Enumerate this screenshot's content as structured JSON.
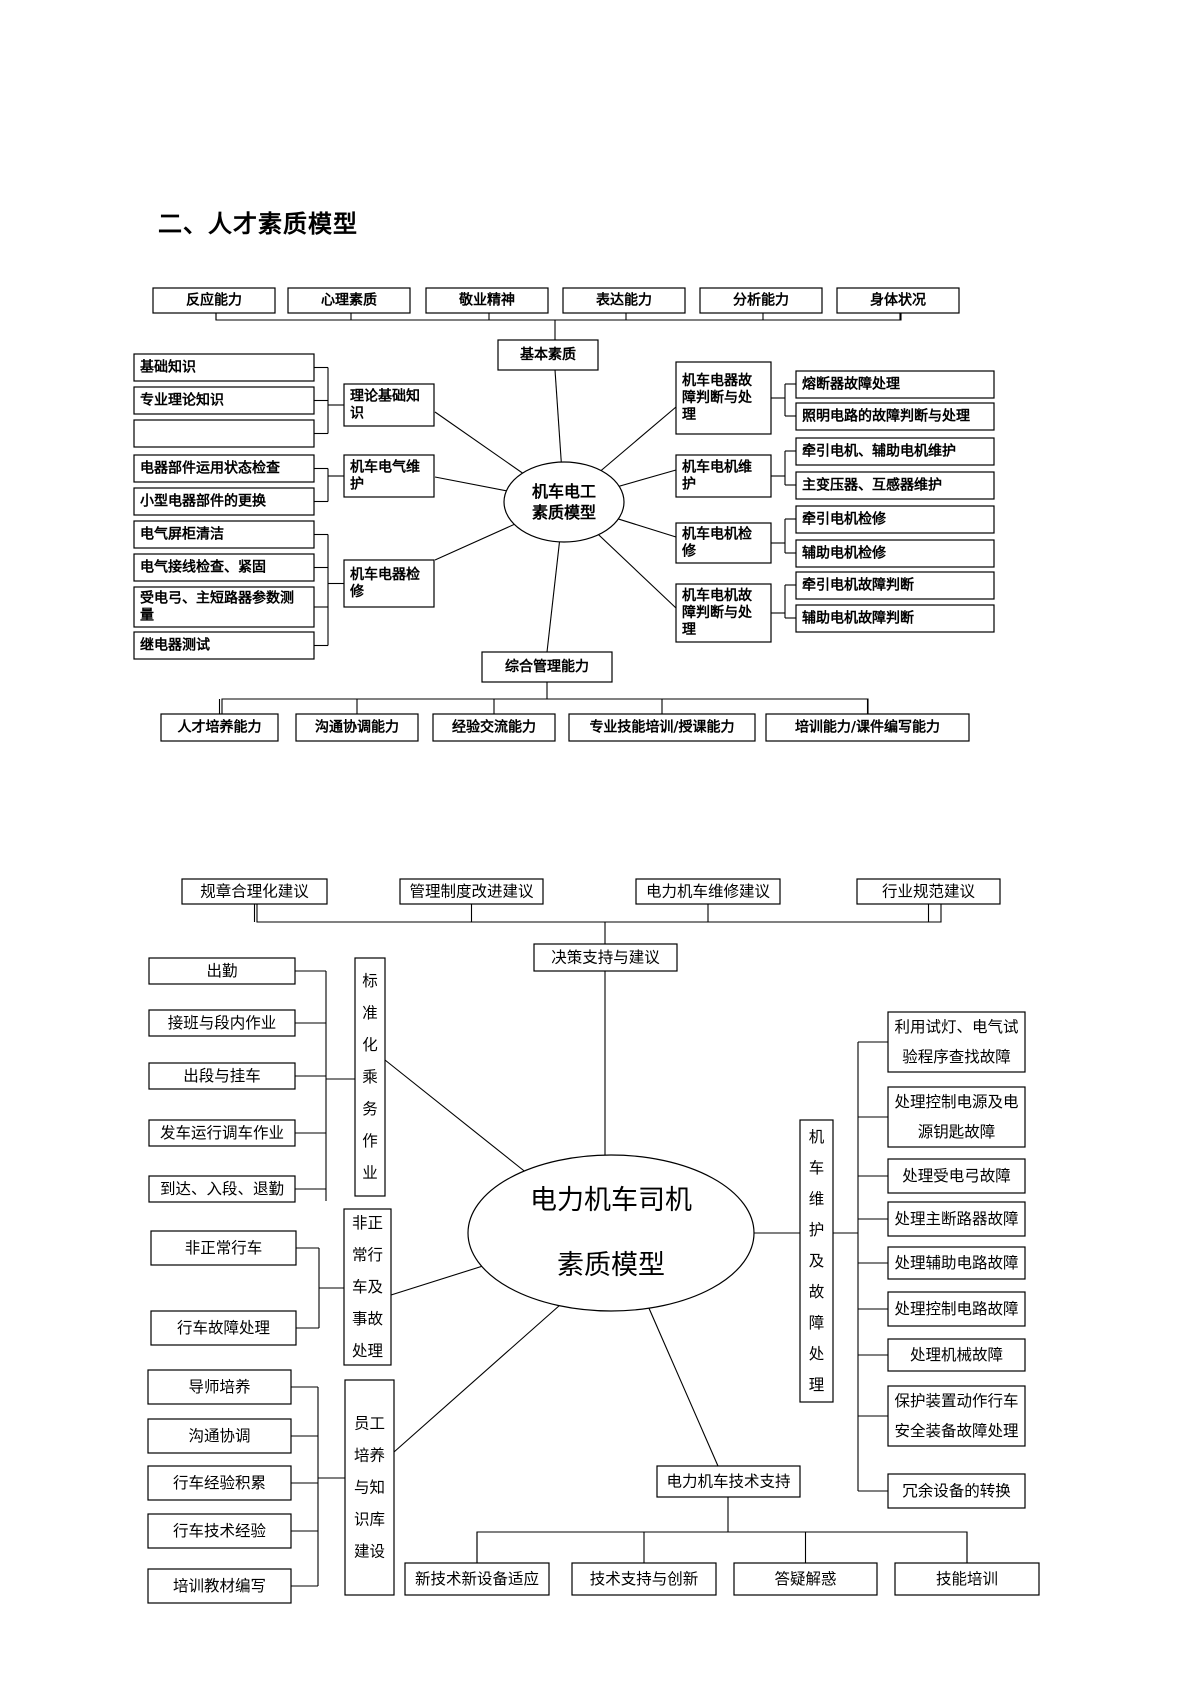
{
  "heading": "二、人才素质模型",
  "diagram1": {
    "center": [
      "机车电工",
      "素质模型"
    ],
    "top_group": {
      "label": "基本素质",
      "items": [
        "反应能力",
        "心理素质",
        "敬业精神",
        "表达能力",
        "分析能力",
        "身体状况"
      ]
    },
    "bottom_group": {
      "label": "综合管理能力",
      "items": [
        "人才培养能力",
        "沟通协调能力",
        "经验交流能力",
        "专业技能培训/授课能力",
        "培训能力/课件编写能力"
      ]
    },
    "left_groups": [
      {
        "label": [
          "理论基础知",
          "识"
        ],
        "items": [
          [
            "基础知识"
          ],
          [
            "专业理论知识"
          ],
          [
            ""
          ]
        ]
      },
      {
        "label": [
          "机车电气维",
          "护"
        ],
        "items": [
          [
            "电器部件运用状态检查"
          ],
          [
            "小型电器部件的更换"
          ]
        ]
      },
      {
        "label": [
          "机车电器检",
          "修"
        ],
        "items": [
          [
            "电气屏柜清洁"
          ],
          [
            "电气接线检查、紧固"
          ],
          [
            "受电弓、主短路器参数测",
            "量"
          ],
          [
            "继电器测试"
          ]
        ]
      }
    ],
    "right_groups": [
      {
        "label": [
          "机车电器故",
          "障判断与处",
          "理"
        ],
        "items": [
          "熔断器故障处理",
          "照明电路的故障判断与处理"
        ]
      },
      {
        "label": [
          "机车电机维",
          "护"
        ],
        "items": [
          "牵引电机、辅助电机维护",
          "主变压器、互感器维护"
        ]
      },
      {
        "label": [
          "机车电机检",
          "修"
        ],
        "items": [
          "牵引电机检修",
          "辅助电机检修"
        ]
      },
      {
        "label": [
          "机车电机故",
          "障判断与处",
          "理"
        ],
        "items": [
          "牵引电机故障判断",
          "辅助电机故障判断"
        ]
      }
    ]
  },
  "diagram2": {
    "center": [
      "电力机车司机",
      "素质模型"
    ],
    "top_group": {
      "label": "决策支持与建议",
      "items": [
        "规章合理化建议",
        "管理制度改进建议",
        "电力机车维修建议",
        "行业规范建议"
      ]
    },
    "left_groups": [
      {
        "label": [
          "标",
          "准",
          "化",
          "乘",
          "务",
          "作",
          "业"
        ],
        "items": [
          "出勤",
          "接班与段内作业",
          "出段与挂车",
          "发车运行调车作业",
          "到达、入段、退勤"
        ]
      },
      {
        "label": [
          "非正",
          "常行",
          "车及",
          "事故",
          "处理"
        ],
        "items": [
          "非正常行车",
          "行车故障处理"
        ]
      },
      {
        "label": [
          "员工",
          "培养",
          "与知",
          "识库",
          "建设"
        ],
        "items": [
          "导师培养",
          "沟通协调",
          "行车经验积累",
          "行车技术经验",
          "培训教材编写"
        ]
      }
    ],
    "right_group": {
      "label": [
        "机",
        "车",
        "维",
        "护",
        "及",
        "故",
        "障",
        "处",
        "理"
      ],
      "items": [
        [
          "利用试灯、电气试",
          "验程序查找故障"
        ],
        [
          "处理控制电源及电",
          "源钥匙故障"
        ],
        [
          "处理受电弓故障"
        ],
        [
          "处理主断路器故障"
        ],
        [
          "处理辅助电路故障"
        ],
        [
          "处理控制电路故障"
        ],
        [
          "处理机械故障"
        ],
        [
          "保护装置动作行车",
          "安全装备故障处理"
        ],
        [
          "冗余设备的转换"
        ]
      ]
    },
    "bottom_group": {
      "label": "电力机车技术支持",
      "items": [
        "新技术新设备适应",
        "技术支持与创新",
        "答疑解惑",
        "技能培训"
      ]
    }
  }
}
